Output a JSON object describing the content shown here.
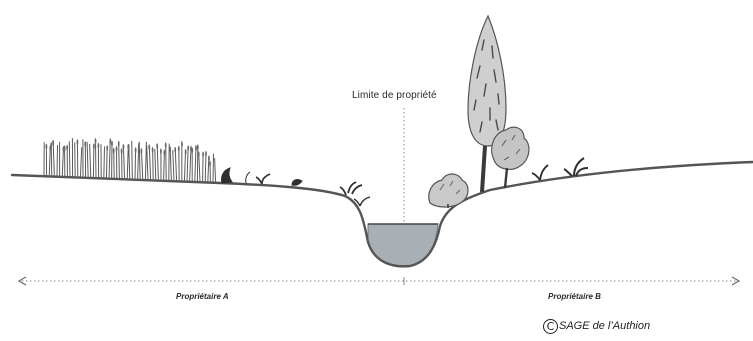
{
  "diagram": {
    "property_limit_label": "Limite de propriété",
    "owner_a_label": "Propriétaire A",
    "owner_b_label": "Propriétaire B",
    "copyright_symbol": "C",
    "credit_text": "SAGE de l’Authion"
  },
  "colors": {
    "ground_line": "#555555",
    "water": "#a9b0b5",
    "vegetation": "#3a3a3a",
    "dotted_line": "#8a8a8a"
  }
}
